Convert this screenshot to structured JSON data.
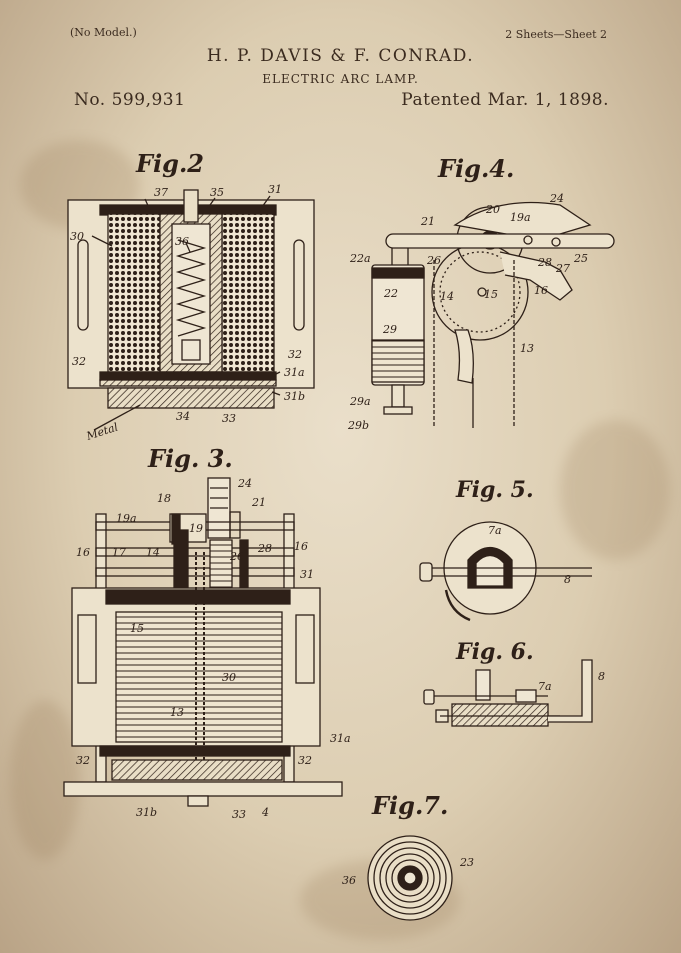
{
  "header": {
    "no_model": "(No Model.)",
    "sheets": "2 Sheets—Sheet 2",
    "inventors": "H. P. DAVIS & F. CONRAD.",
    "title": "ELECTRIC ARC LAMP.",
    "patent_number": "No. 599,931",
    "patented_date": "Patented Mar. 1, 1898."
  },
  "figures": {
    "fig2": {
      "title": "Fig.2",
      "labels": {
        "l37": "37",
        "l35": "35",
        "l31": "31",
        "l30": "30",
        "l36": "36",
        "l32a": "32",
        "l32b": "32",
        "l31a": "31a",
        "l31b": "31b",
        "l34": "34",
        "l33": "33",
        "metal": "Metal"
      }
    },
    "fig3": {
      "title": "Fig. 3.",
      "labels": {
        "l24": "24",
        "l18": "18",
        "l21": "21",
        "l19a": "19a",
        "l19": "19",
        "l16a": "16",
        "l17": "17",
        "l14": "14",
        "l26": "26",
        "l28": "28",
        "l16b": "16",
        "l31": "31",
        "l15": "15",
        "l30": "30",
        "l13": "13",
        "l31a": "31a",
        "l32a": "32",
        "l32b": "32",
        "l31b": "31b",
        "l33": "33",
        "l4": "4"
      }
    },
    "fig4": {
      "title": "Fig.4.",
      "labels": {
        "l24": "24",
        "l20": "20",
        "l19a": "19a",
        "l21": "21",
        "l22a": "22a",
        "l26": "26",
        "l25": "25",
        "l28": "28",
        "l27": "27",
        "l22": "22",
        "l14": "14",
        "l15": "15",
        "l16": "16",
        "l29": "29",
        "l13": "13",
        "l29a": "29a",
        "l29b": "29b"
      }
    },
    "fig5": {
      "title": "Fig. 5.",
      "labels": {
        "l7a": "7a",
        "l8": "8"
      }
    },
    "fig6": {
      "title": "Fig. 6.",
      "labels": {
        "l7a": "7a",
        "l8": "8"
      }
    },
    "fig7": {
      "title": "Fig.7.",
      "labels": {
        "l36": "36",
        "l23": "23"
      }
    }
  },
  "colors": {
    "paper": "#e4d8c0",
    "ink": "#2e2018"
  }
}
